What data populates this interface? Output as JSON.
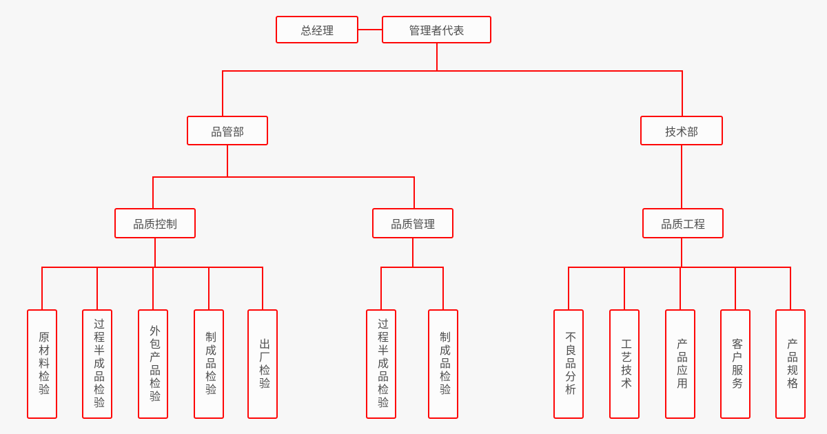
{
  "page": {
    "background_color": "#f7f7f7"
  },
  "colors": {
    "connector_line": "#fe0606",
    "node_border": "#fe0606",
    "node_fill": "#fcfcfc",
    "node_text": "#4d4d4d"
  },
  "org_chart": {
    "type": "organization-chart",
    "nodes": [
      {
        "id": "general-manager",
        "label": "总经理",
        "level": 1
      },
      {
        "id": "management-representative",
        "label": "管理者代表",
        "level": 1
      },
      {
        "id": "quality-dept",
        "label": "品管部",
        "level": 2
      },
      {
        "id": "technology-dept",
        "label": "技术部",
        "level": 2
      },
      {
        "id": "quality-control",
        "label": "品质控制",
        "level": 3
      },
      {
        "id": "quality-management",
        "label": "品质管理",
        "level": 3
      },
      {
        "id": "quality-engineering",
        "label": "品质工程",
        "level": 3
      },
      {
        "id": "raw-material-inspection",
        "label": "原材料检验",
        "level": 4
      },
      {
        "id": "process-semi-finished-inspection-1",
        "label": "过程半成品检验",
        "level": 4
      },
      {
        "id": "outsourced-product-inspection",
        "label": "外包产品检验",
        "level": 4
      },
      {
        "id": "finished-product-inspection-1",
        "label": "制成品检验",
        "level": 4
      },
      {
        "id": "outgoing-inspection",
        "label": "出厂检验",
        "level": 4
      },
      {
        "id": "process-semi-finished-inspection-2",
        "label": "过程半成品检验",
        "level": 4
      },
      {
        "id": "finished-product-inspection-2",
        "label": "制成品检验",
        "level": 4
      },
      {
        "id": "defective-product-analysis",
        "label": "不良品分析",
        "level": 4
      },
      {
        "id": "process-technology",
        "label": "工艺技术",
        "level": 4
      },
      {
        "id": "product-application",
        "label": "产品应用",
        "level": 4
      },
      {
        "id": "customer-service",
        "label": "客户服务",
        "level": 4
      },
      {
        "id": "product-specification",
        "label": "产品规格",
        "level": 4
      }
    ],
    "edges": [
      {
        "from": "general-manager",
        "to": "management-representative",
        "type": "lateral"
      },
      {
        "from": "management-representative",
        "to": "quality-dept"
      },
      {
        "from": "management-representative",
        "to": "technology-dept"
      },
      {
        "from": "quality-dept",
        "to": "quality-control"
      },
      {
        "from": "quality-dept",
        "to": "quality-management"
      },
      {
        "from": "technology-dept",
        "to": "quality-engineering"
      },
      {
        "from": "quality-control",
        "to": "raw-material-inspection"
      },
      {
        "from": "quality-control",
        "to": "process-semi-finished-inspection-1"
      },
      {
        "from": "quality-control",
        "to": "outsourced-product-inspection"
      },
      {
        "from": "quality-control",
        "to": "finished-product-inspection-1"
      },
      {
        "from": "quality-control",
        "to": "outgoing-inspection"
      },
      {
        "from": "quality-management",
        "to": "process-semi-finished-inspection-2"
      },
      {
        "from": "quality-management",
        "to": "finished-product-inspection-2"
      },
      {
        "from": "quality-engineering",
        "to": "defective-product-analysis"
      },
      {
        "from": "quality-engineering",
        "to": "process-technology"
      },
      {
        "from": "quality-engineering",
        "to": "product-application"
      },
      {
        "from": "quality-engineering",
        "to": "customer-service"
      },
      {
        "from": "quality-engineering",
        "to": "product-specification"
      }
    ]
  }
}
